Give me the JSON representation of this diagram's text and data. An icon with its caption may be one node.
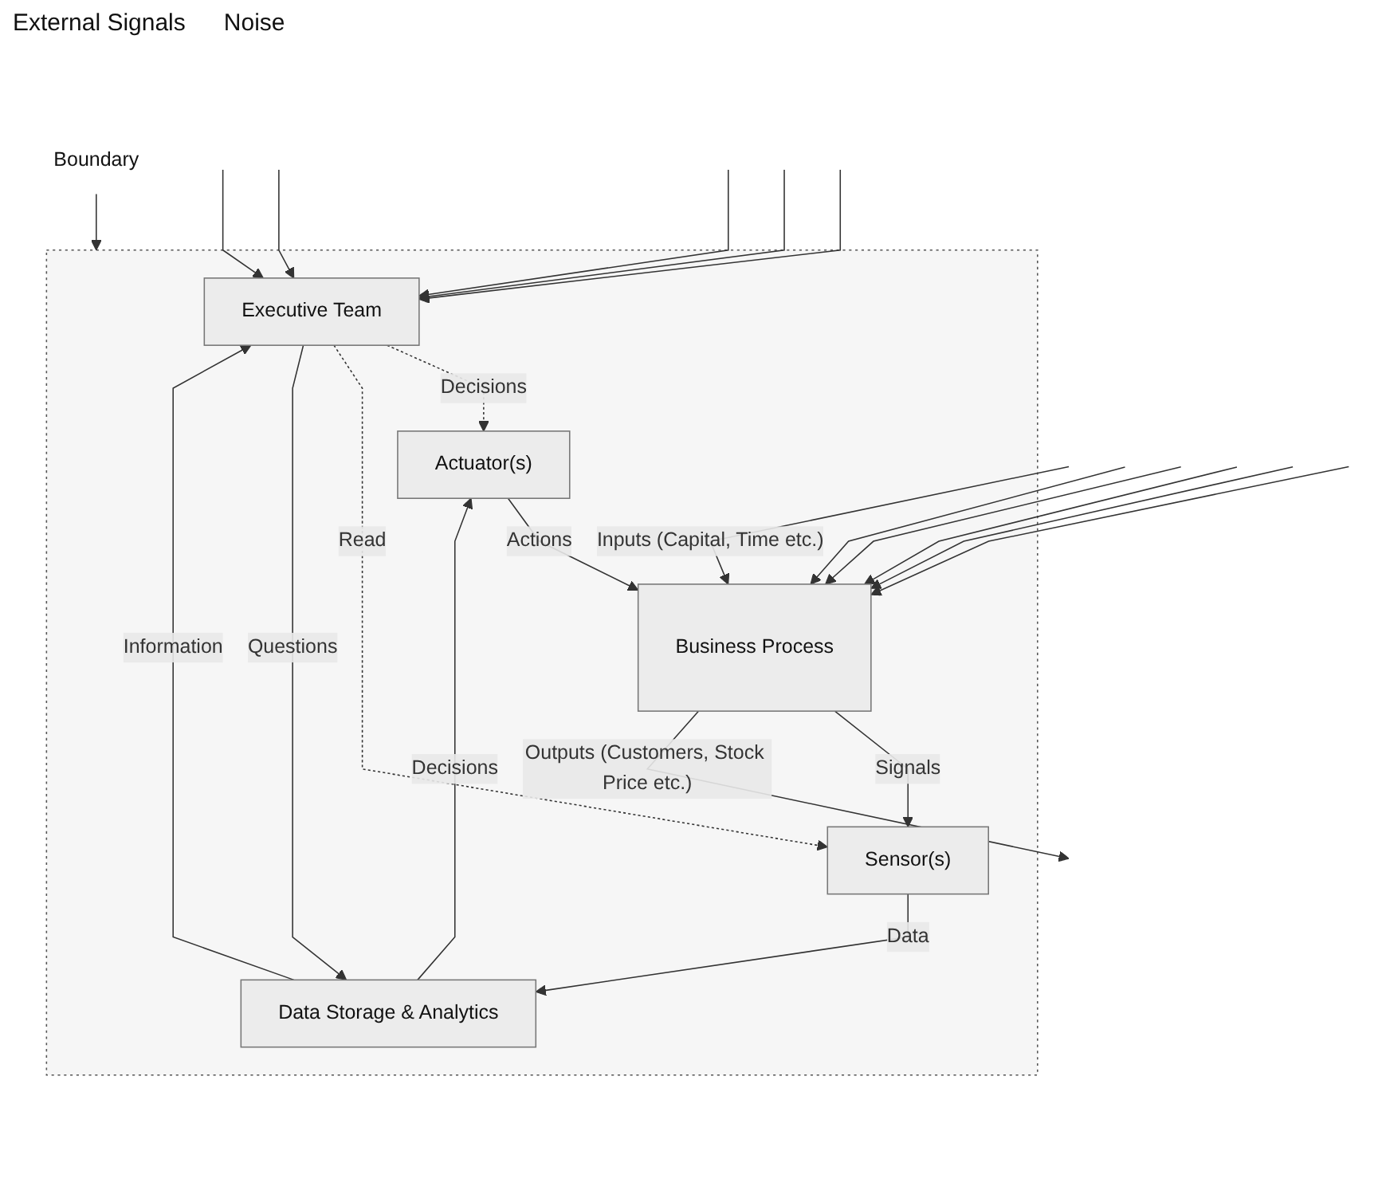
{
  "diagram": {
    "nodes": [
      {
        "text": [
          "Boundary"
        ]
      },
      {
        "text": [],
        "shape": "box"
      },
      {
        "text": [
          "Executive Team"
        ],
        "in": 1
      },
      {
        "text": [
          "Actuator(s)"
        ],
        "in": 1
      },
      {
        "text": [
          "Data Storage & Analytics"
        ],
        "in": 1
      },
      {
        "text": [
          "Sensor(s)"
        ],
        "in": 1
      },
      {
        "text": [
          "Business Process"
        ],
        "in": 1
      }
    ],
    "edges": [
      {
        "from": 0,
        "to": 1,
        "arrow": "to"
      },
      {
        "from": null,
        "to": 2,
        "arrow": "to"
      },
      {
        "from": null,
        "to": 2,
        "arrow": "to"
      },
      {
        "from": null,
        "to": 2,
        "arrow": "to"
      },
      {
        "from": null,
        "to": 2,
        "arrow": "to"
      },
      {
        "from": null,
        "to": 2,
        "arrow": "to"
      },
      {
        "from": 2,
        "to": 3,
        "arrow": "to",
        "label": "Decisions",
        "style": "dashed"
      },
      {
        "from": 2,
        "to": 5,
        "arrow": "to",
        "label": "Read",
        "style": "dashed"
      },
      {
        "from": 4,
        "to": 2,
        "arrow": "to",
        "label": "Information"
      },
      {
        "from": 2,
        "to": 4,
        "arrow": "to",
        "label": "Questions"
      },
      {
        "from": 4,
        "to": 3,
        "arrow": "to",
        "label": "Decisions"
      },
      {
        "from": 5,
        "to": 4,
        "arrow": "to",
        "label": "Data"
      },
      {
        "from": 3,
        "to": 6,
        "arrow": "to",
        "label": "Actions"
      },
      {
        "from": 6,
        "to": 5,
        "arrow": "to",
        "label": "Signals"
      },
      {
        "from": null,
        "to": 6,
        "arrow": "to",
        "label": "Inputs (Capital, Time etc.)"
      },
      {
        "from": 6,
        "to": null,
        "arrow": "to",
        "label": "Outputs (Customers, Stock Price etc.)"
      },
      {
        "from": null,
        "to": 6,
        "arrow": "to"
      },
      {
        "from": null,
        "to": 6,
        "arrow": "to"
      },
      {
        "from": null,
        "to": 6,
        "arrow": "to"
      },
      {
        "from": null,
        "to": 6,
        "arrow": "to"
      },
      {
        "from": null,
        "to": 6,
        "arrow": "to"
      }
    ],
    "labels": [
      "External Signals",
      "Noise"
    ]
  }
}
